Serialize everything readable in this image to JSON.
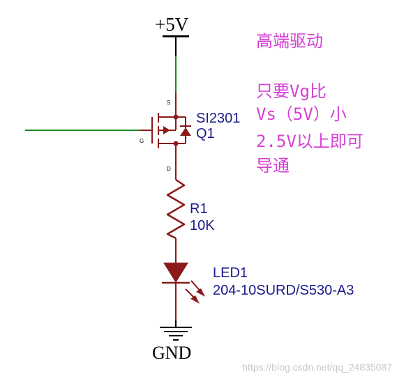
{
  "power_label": "+5V",
  "ground_label": "GND",
  "mosfet": {
    "part": "SI2301",
    "ref": "Q1",
    "pin_source": "S",
    "pin_gate": "G",
    "pin_drain": "D"
  },
  "resistor": {
    "ref": "R1",
    "value": "10K"
  },
  "led": {
    "ref": "LED1",
    "part": "204-10SURD/S530-A3"
  },
  "annotation": {
    "title": "高端驱动",
    "lines": [
      "只要Vg比",
      "Vs（5V）小",
      "2.5V以上即可",
      "导通"
    ]
  },
  "watermark": "https://blog.csdn.net/qq_24835087",
  "colors": {
    "component": "#8b1a1a",
    "wire": "#1a8a1a",
    "text_blue": "#1a1a8b",
    "annotation": "#d63fd6",
    "watermark": "#c8c8c8"
  }
}
